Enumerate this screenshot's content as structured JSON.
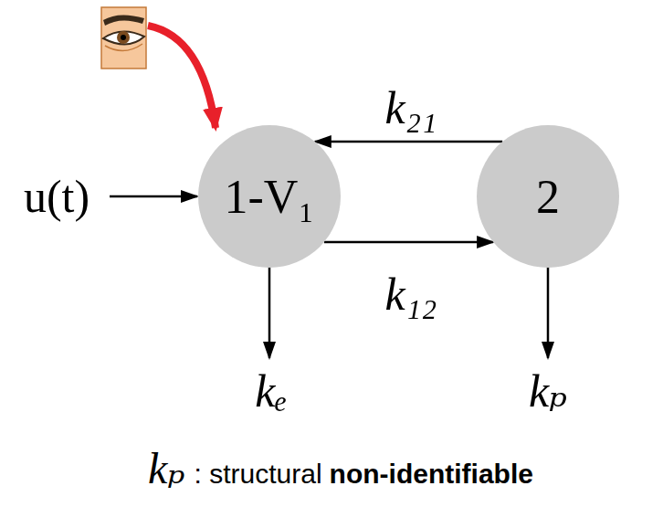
{
  "diagram": {
    "nodes": [
      {
        "text": [
          "1-V₁"
        ]
      },
      {
        "text": [
          "2"
        ]
      }
    ],
    "edges": [
      {
        "from": 1,
        "to": 0,
        "arrow": "to",
        "label": "k₂₁"
      },
      {
        "from": 0,
        "to": 1,
        "arrow": "to",
        "label": "k₁₂"
      }
    ],
    "labels": [
      "u(t)",
      "kₑ",
      "kₚ",
      "kₚ",
      ": structural",
      "non-identifiable"
    ]
  }
}
